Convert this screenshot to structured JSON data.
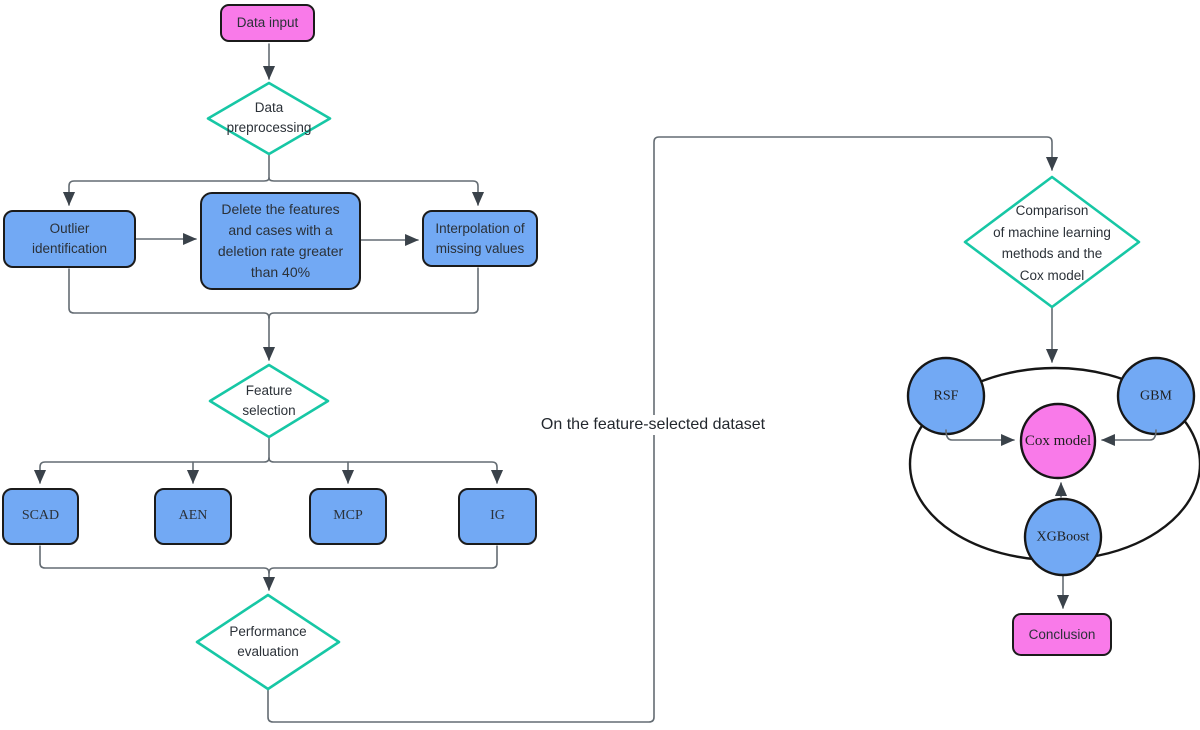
{
  "colors": {
    "node_pink": "#f97ae9",
    "node_blue": "#72a9f4",
    "diamond_teal": "#17c7a5",
    "connector": "#646c73",
    "arrowhead": "#3a424a",
    "node_border": "#1b1b1b",
    "text": "#2b3138"
  },
  "nodes": {
    "data_input": "Data input",
    "data_preprocessing": "Data\npreprocessing",
    "outlier_identification": "Outlier\nidentification",
    "delete_features": "Delete the features\nand cases with a\ndeletion rate greater\nthan 40%",
    "interpolation": "Interpolation of\nmissing values",
    "feature_selection": "Feature\nselection",
    "scad": "SCAD",
    "aen": "AEN",
    "mcp": "MCP",
    "ig": "IG",
    "performance_evaluation": "Performance\nevaluation",
    "comparison": "Comparison\nof machine learning\nmethods and the\nCox model",
    "rsf": "RSF",
    "gbm": "GBM",
    "cox_model": "Cox model",
    "xgboost": "XGBoost",
    "conclusion": "Conclusion"
  },
  "labels": {
    "edge_annotation": "On the feature-selected dataset"
  }
}
